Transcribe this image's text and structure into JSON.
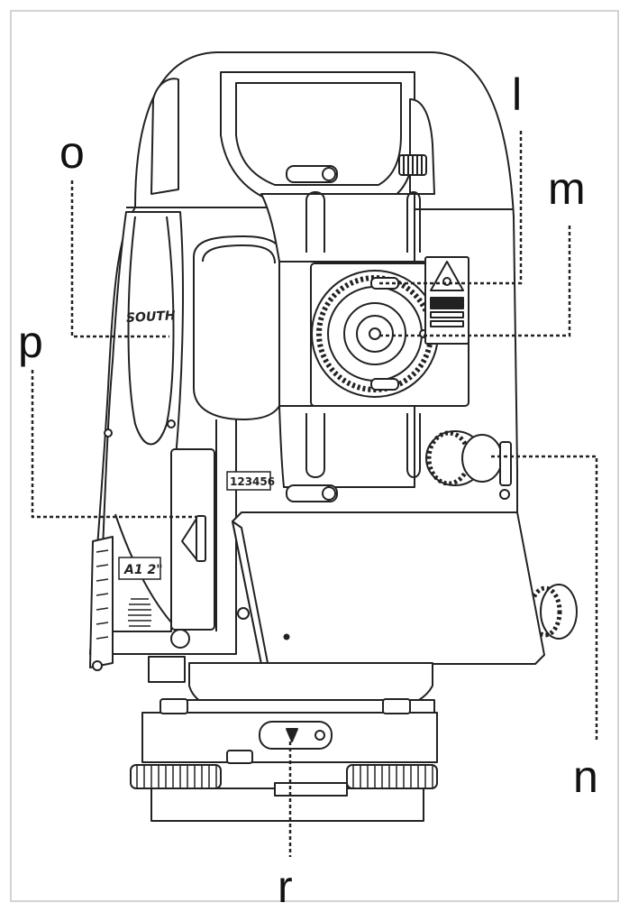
{
  "figure": {
    "brand_mark": "SOUTH",
    "serial_plate": "123456",
    "model_plate": "A1 2\"",
    "callouts": {
      "l": "l",
      "m": "m",
      "n": "n",
      "o": "o",
      "p": "p",
      "r": "r"
    }
  },
  "colors": {
    "line": "#222222",
    "background": "#ffffff",
    "frame": "#d4d4d4"
  },
  "icons": {
    "laser_warning": "laser-warning-icon"
  }
}
